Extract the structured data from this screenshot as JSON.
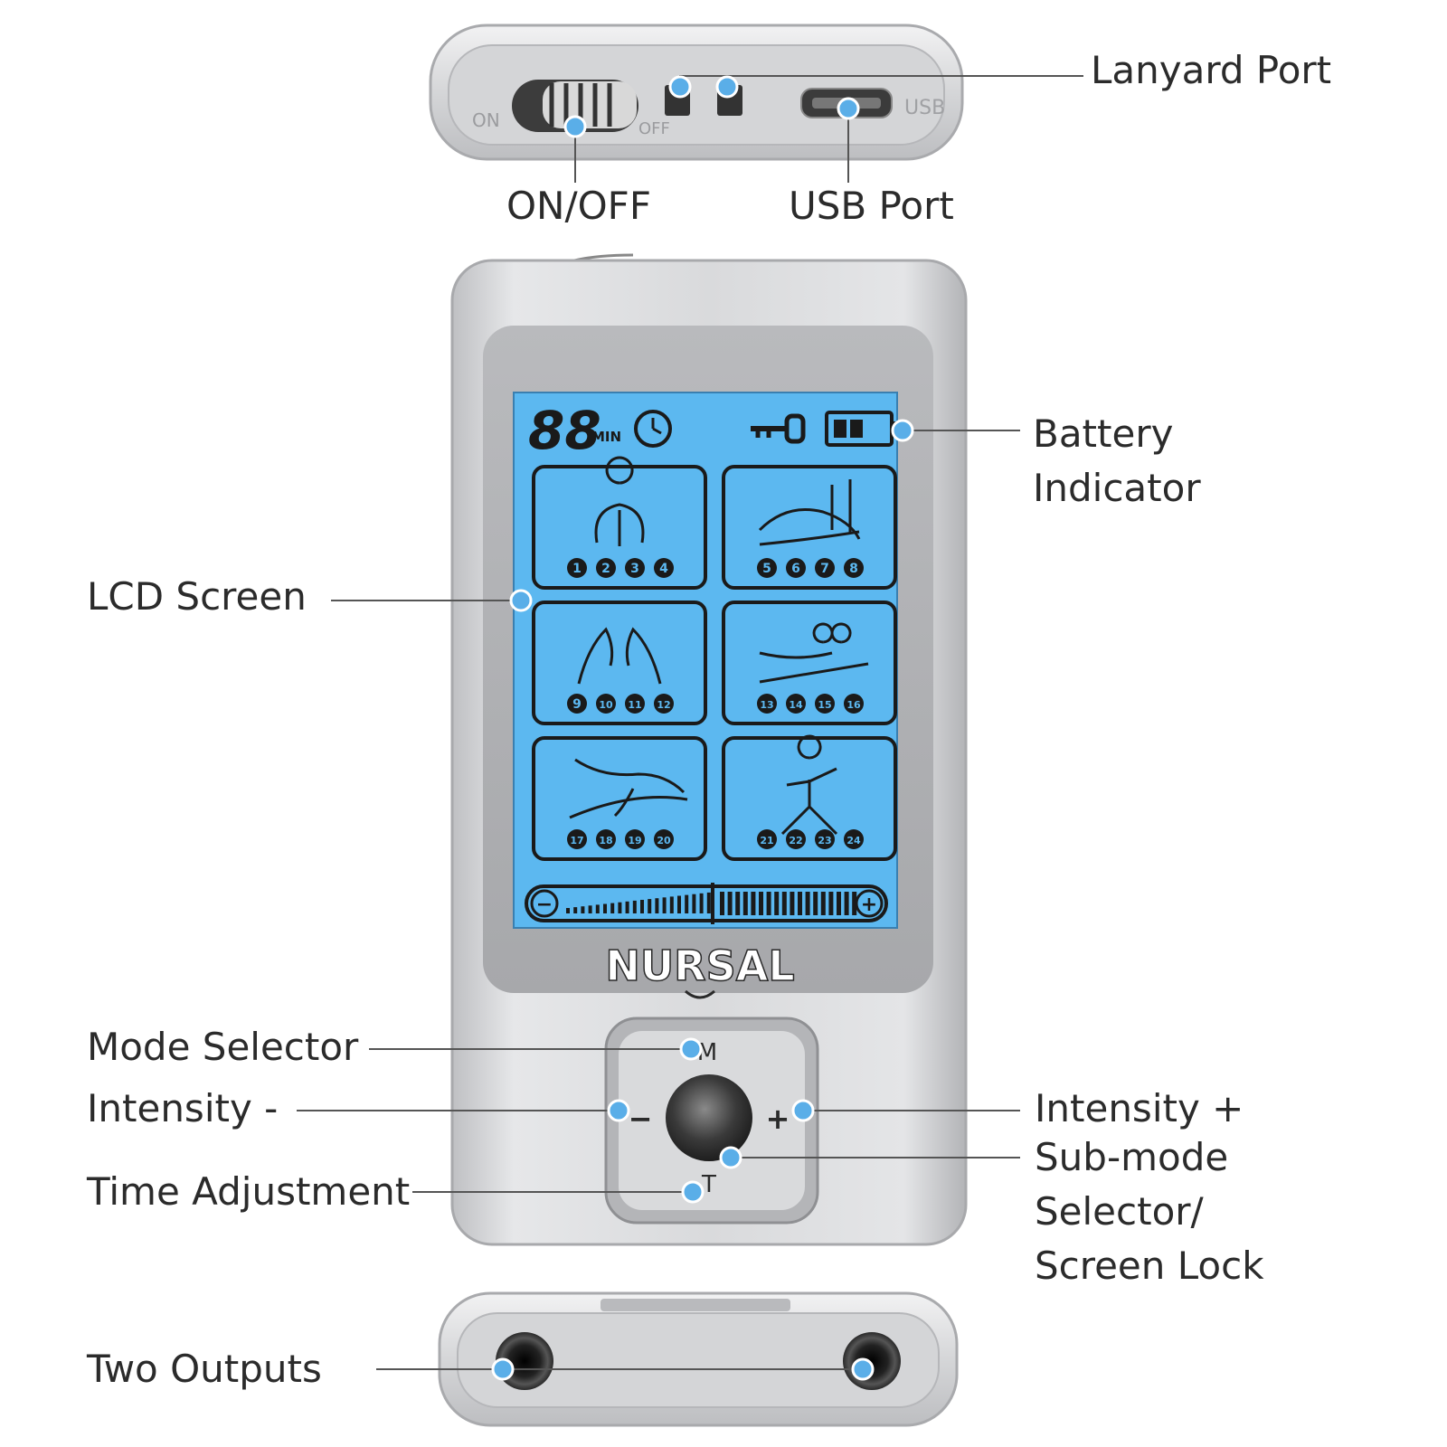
{
  "labels": {
    "lanyard_port": "Lanyard Port",
    "on_off": "ON/OFF",
    "usb_port": "USB Port",
    "battery_indicator": [
      "Battery",
      "Indicator"
    ],
    "lcd_screen": "LCD Screen",
    "mode_selector": "Mode Selector",
    "intensity_minus": "Intensity -",
    "intensity_plus": "Intensity +",
    "time_adjustment": "Time Adjustment",
    "submode_selector": [
      "Sub-mode",
      "Selector/",
      "Screen Lock"
    ],
    "two_outputs": "Two Outputs"
  },
  "device_top": {
    "on_label": "ON",
    "off_label": "OFF",
    "usb_label": "USB"
  },
  "lcd": {
    "timer_digits": "88",
    "timer_unit": "MIN",
    "panels": [
      {
        "modes": [
          "1",
          "2",
          "3",
          "4"
        ]
      },
      {
        "modes": [
          "5",
          "6",
          "7",
          "8"
        ]
      },
      {
        "modes": [
          "9",
          "10",
          "11",
          "12"
        ]
      },
      {
        "modes": [
          "13",
          "14",
          "15",
          "16"
        ]
      },
      {
        "modes": [
          "17",
          "18",
          "19",
          "20"
        ]
      },
      {
        "modes": [
          "21",
          "22",
          "23",
          "24"
        ]
      }
    ],
    "intensity_minus_symbol": "−",
    "intensity_plus_symbol": "+"
  },
  "brand": "NURSAL",
  "keypad": {
    "mode_key": "M",
    "minus_key": "−",
    "plus_key": "+",
    "time_key": "T"
  },
  "colors": {
    "marker": "#5aaee8",
    "lcd": "#5cb8f0",
    "silver": "#d6d7da",
    "ink": "#1a1a1a",
    "label_text": "#2b2b2b"
  }
}
